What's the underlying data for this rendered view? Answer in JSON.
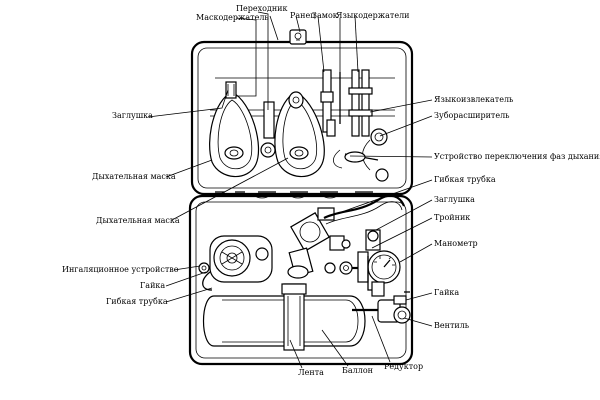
{
  "labels": {
    "perekhodnik": "Переходник",
    "maskoderzhatel": "Маскодержатель",
    "ranets": "Ранец",
    "zamok": "Замок",
    "yazykoderzhateli": "Языкодержатели",
    "zaglushka_top": "Заглушка",
    "yazykoizvlekatel": "Языкоизвлекатель",
    "zuborasshiritel": "Зубораcширитель",
    "ustroistvo": "Устройство переключения фаз дыхания",
    "dykh_maska_1": "Дыхательная маска",
    "gibkaya_trubka_top": "Гибкая трубка",
    "zaglushka_right": "Заглушка",
    "dykh_maska_2": "Дыхательная маска",
    "troinik": "Тройник",
    "manometr": "Манометр",
    "ingal": "Ингаляционное устройство",
    "gaika_left": "Гайка",
    "gaika_right": "Гайка",
    "gibkaya_trubka_left": "Гибкая трубка",
    "ventil": "Вентиль",
    "lenta": "Лента",
    "ballon": "Баллон",
    "reduktor": "Редуктор"
  }
}
